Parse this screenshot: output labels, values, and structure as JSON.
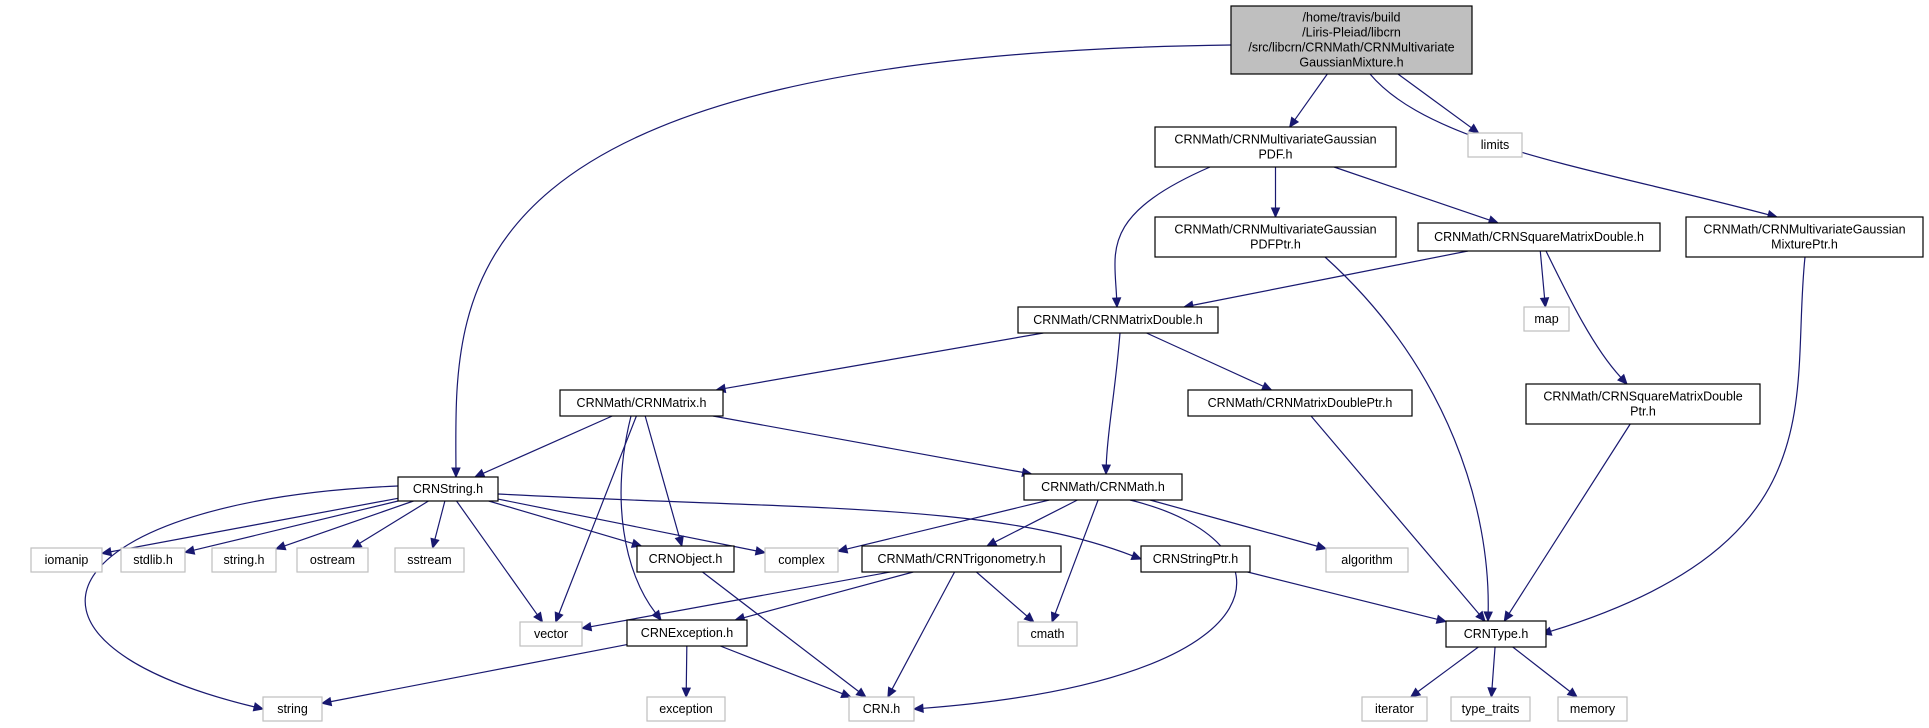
{
  "colors": {
    "edge": "#191970",
    "root_fill": "#bfbfbf",
    "root_stroke": "#000000",
    "local_stroke": "#000000",
    "system_stroke": "#bfbfbf",
    "text": "#000000"
  },
  "nodes": [
    {
      "id": "root",
      "kind": "root",
      "lines": [
        "/home/travis/build",
        "/Liris-Pleiad/libcrn",
        "/src/libcrn/CRNMath/CRNMultivariate",
        "GaussianMixture.h"
      ]
    },
    {
      "id": "gpdf",
      "kind": "local",
      "lines": [
        "CRNMath/CRNMultivariateGaussian",
        "PDF.h"
      ]
    },
    {
      "id": "limits",
      "kind": "system",
      "lines": [
        "limits"
      ]
    },
    {
      "id": "gpdfptr",
      "kind": "local",
      "lines": [
        "CRNMath/CRNMultivariateGaussian",
        "PDFPtr.h"
      ]
    },
    {
      "id": "sqmat",
      "kind": "local",
      "lines": [
        "CRNMath/CRNSquareMatrixDouble.h"
      ]
    },
    {
      "id": "gmixptr",
      "kind": "local",
      "lines": [
        "CRNMath/CRNMultivariateGaussian",
        "MixturePtr.h"
      ]
    },
    {
      "id": "matdouble",
      "kind": "local",
      "lines": [
        "CRNMath/CRNMatrixDouble.h"
      ]
    },
    {
      "id": "map",
      "kind": "system",
      "lines": [
        "map"
      ]
    },
    {
      "id": "matrix",
      "kind": "local",
      "lines": [
        "CRNMath/CRNMatrix.h"
      ]
    },
    {
      "id": "matdoubleptr",
      "kind": "local",
      "lines": [
        "CRNMath/CRNMatrixDoublePtr.h"
      ]
    },
    {
      "id": "sqmatptr",
      "kind": "local",
      "lines": [
        "CRNMath/CRNSquareMatrixDouble",
        "Ptr.h"
      ]
    },
    {
      "id": "crnstring",
      "kind": "local",
      "lines": [
        "CRNString.h"
      ]
    },
    {
      "id": "crnmath",
      "kind": "local",
      "lines": [
        "CRNMath/CRNMath.h"
      ]
    },
    {
      "id": "iomanip",
      "kind": "system",
      "lines": [
        "iomanip"
      ]
    },
    {
      "id": "stdlib",
      "kind": "system",
      "lines": [
        "stdlib.h"
      ]
    },
    {
      "id": "stringh",
      "kind": "system",
      "lines": [
        "string.h"
      ]
    },
    {
      "id": "ostream",
      "kind": "system",
      "lines": [
        "ostream"
      ]
    },
    {
      "id": "sstream",
      "kind": "system",
      "lines": [
        "sstream"
      ]
    },
    {
      "id": "crnobject",
      "kind": "local",
      "lines": [
        "CRNObject.h"
      ]
    },
    {
      "id": "complex",
      "kind": "system",
      "lines": [
        "complex"
      ]
    },
    {
      "id": "trig",
      "kind": "local",
      "lines": [
        "CRNMath/CRNTrigonometry.h"
      ]
    },
    {
      "id": "stringptr",
      "kind": "local",
      "lines": [
        "CRNStringPtr.h"
      ]
    },
    {
      "id": "algorithm",
      "kind": "system",
      "lines": [
        "algorithm"
      ]
    },
    {
      "id": "vector",
      "kind": "system",
      "lines": [
        "vector"
      ]
    },
    {
      "id": "exception_h",
      "kind": "local",
      "lines": [
        "CRNException.h"
      ]
    },
    {
      "id": "cmath",
      "kind": "system",
      "lines": [
        "cmath"
      ]
    },
    {
      "id": "crntype",
      "kind": "local",
      "lines": [
        "CRNType.h"
      ]
    },
    {
      "id": "string",
      "kind": "system",
      "lines": [
        "string"
      ]
    },
    {
      "id": "exception",
      "kind": "system",
      "lines": [
        "exception"
      ]
    },
    {
      "id": "crnh",
      "kind": "system",
      "lines": [
        "CRN.h"
      ]
    },
    {
      "id": "iterator",
      "kind": "system",
      "lines": [
        "iterator"
      ]
    },
    {
      "id": "type_traits",
      "kind": "system",
      "lines": [
        "type_traits"
      ]
    },
    {
      "id": "memory",
      "kind": "system",
      "lines": [
        "memory"
      ]
    }
  ],
  "edges": [
    {
      "from": "root",
      "to": "crnstring"
    },
    {
      "from": "root",
      "to": "gpdf"
    },
    {
      "from": "root",
      "to": "limits"
    },
    {
      "from": "root",
      "to": "gmixptr"
    },
    {
      "from": "gpdf",
      "to": "matdouble"
    },
    {
      "from": "gpdf",
      "to": "gpdfptr"
    },
    {
      "from": "gpdf",
      "to": "sqmat"
    },
    {
      "from": "gpdfptr",
      "to": "crntype"
    },
    {
      "from": "sqmat",
      "to": "matdouble"
    },
    {
      "from": "sqmat",
      "to": "map"
    },
    {
      "from": "sqmat",
      "to": "sqmatptr"
    },
    {
      "from": "gmixptr",
      "to": "crntype"
    },
    {
      "from": "matdouble",
      "to": "matrix"
    },
    {
      "from": "matdouble",
      "to": "matdoubleptr"
    },
    {
      "from": "matdouble",
      "to": "crnmath"
    },
    {
      "from": "matdoubleptr",
      "to": "crntype"
    },
    {
      "from": "sqmatptr",
      "to": "crntype"
    },
    {
      "from": "matrix",
      "to": "crnstring"
    },
    {
      "from": "matrix",
      "to": "crnmath"
    },
    {
      "from": "matrix",
      "to": "vector"
    },
    {
      "from": "matrix",
      "to": "exception_h"
    },
    {
      "from": "matrix",
      "to": "crnobject"
    },
    {
      "from": "crnstring",
      "to": "iomanip"
    },
    {
      "from": "crnstring",
      "to": "stdlib"
    },
    {
      "from": "crnstring",
      "to": "stringh"
    },
    {
      "from": "crnstring",
      "to": "ostream"
    },
    {
      "from": "crnstring",
      "to": "sstream"
    },
    {
      "from": "crnstring",
      "to": "crnobject"
    },
    {
      "from": "crnstring",
      "to": "complex"
    },
    {
      "from": "crnstring",
      "to": "stringptr"
    },
    {
      "from": "crnstring",
      "to": "vector"
    },
    {
      "from": "crnstring",
      "to": "string"
    },
    {
      "from": "crnmath",
      "to": "complex"
    },
    {
      "from": "crnmath",
      "to": "trig"
    },
    {
      "from": "crnmath",
      "to": "algorithm"
    },
    {
      "from": "crnmath",
      "to": "cmath"
    },
    {
      "from": "crnmath",
      "to": "crnh"
    },
    {
      "from": "trig",
      "to": "vector"
    },
    {
      "from": "trig",
      "to": "exception_h"
    },
    {
      "from": "trig",
      "to": "cmath"
    },
    {
      "from": "trig",
      "to": "crnh"
    },
    {
      "from": "crnobject",
      "to": "crnh"
    },
    {
      "from": "stringptr",
      "to": "crntype"
    },
    {
      "from": "exception_h",
      "to": "string"
    },
    {
      "from": "exception_h",
      "to": "exception"
    },
    {
      "from": "exception_h",
      "to": "crnh"
    },
    {
      "from": "crntype",
      "to": "iterator"
    },
    {
      "from": "crntype",
      "to": "type_traits"
    },
    {
      "from": "crntype",
      "to": "memory"
    }
  ]
}
